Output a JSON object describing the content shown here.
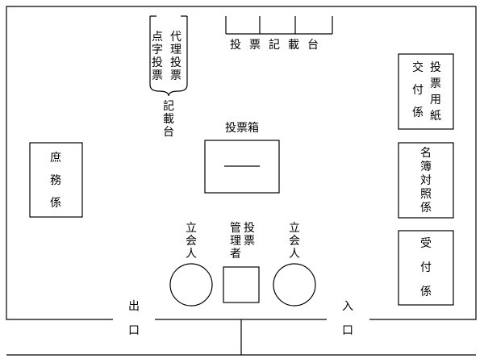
{
  "labels": {
    "vote_desk": "投票記載台",
    "braille_proxy_a": "点字投票",
    "braille_proxy_b": "代理投票",
    "side_desk": "記載台",
    "ballot_box": "投票箱",
    "general_affairs": "庶務係",
    "ballot_paper_a": "交付係",
    "ballot_paper_b": "投票用紙",
    "register_check": "名簿対照係",
    "reception": "受付係",
    "observer_left": "立会人",
    "manager_a": "管理者",
    "manager_b": "投票",
    "observer_right": "立会人",
    "exit": "出口",
    "entrance": "入口"
  },
  "colors": {
    "line": "#000000",
    "background": "#ffffff"
  }
}
